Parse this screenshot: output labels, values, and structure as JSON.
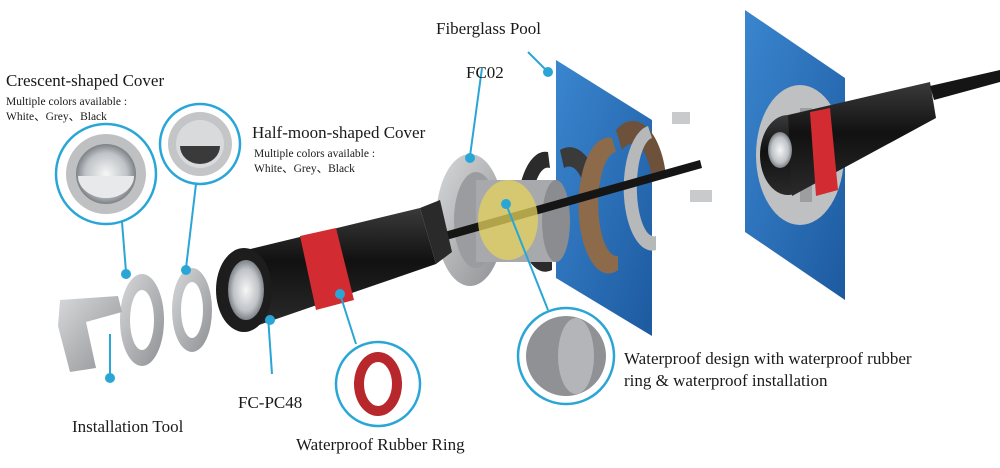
{
  "labels": {
    "fiberglass_pool": "Fiberglass Pool",
    "fc02": "FC02",
    "crescent_cover_title": "Crescent-shaped Cover",
    "crescent_cover_note1": "Multiple colors available :",
    "crescent_cover_note2": "White、Grey、Black",
    "halfmoon_cover_title": "Half-moon-shaped Cover",
    "halfmoon_cover_note1": "Multiple colors available :",
    "halfmoon_cover_note2": "White、Grey、Black",
    "waterproof_design_line1": "Waterproof design with waterproof rubber",
    "waterproof_design_line2": "ring & waterproof installation",
    "fc_pc48": "FC-PC48",
    "installation_tool": "Installation Tool",
    "rubber_ring": "Waterproof Rubber Ring"
  },
  "colors": {
    "callout": "#2aa6d6",
    "pool_blue": "#2b6fb8",
    "rubber_red": "#c8262e",
    "lamp_black": "#1c1c1c",
    "metal_grey": "#a9aaac"
  }
}
